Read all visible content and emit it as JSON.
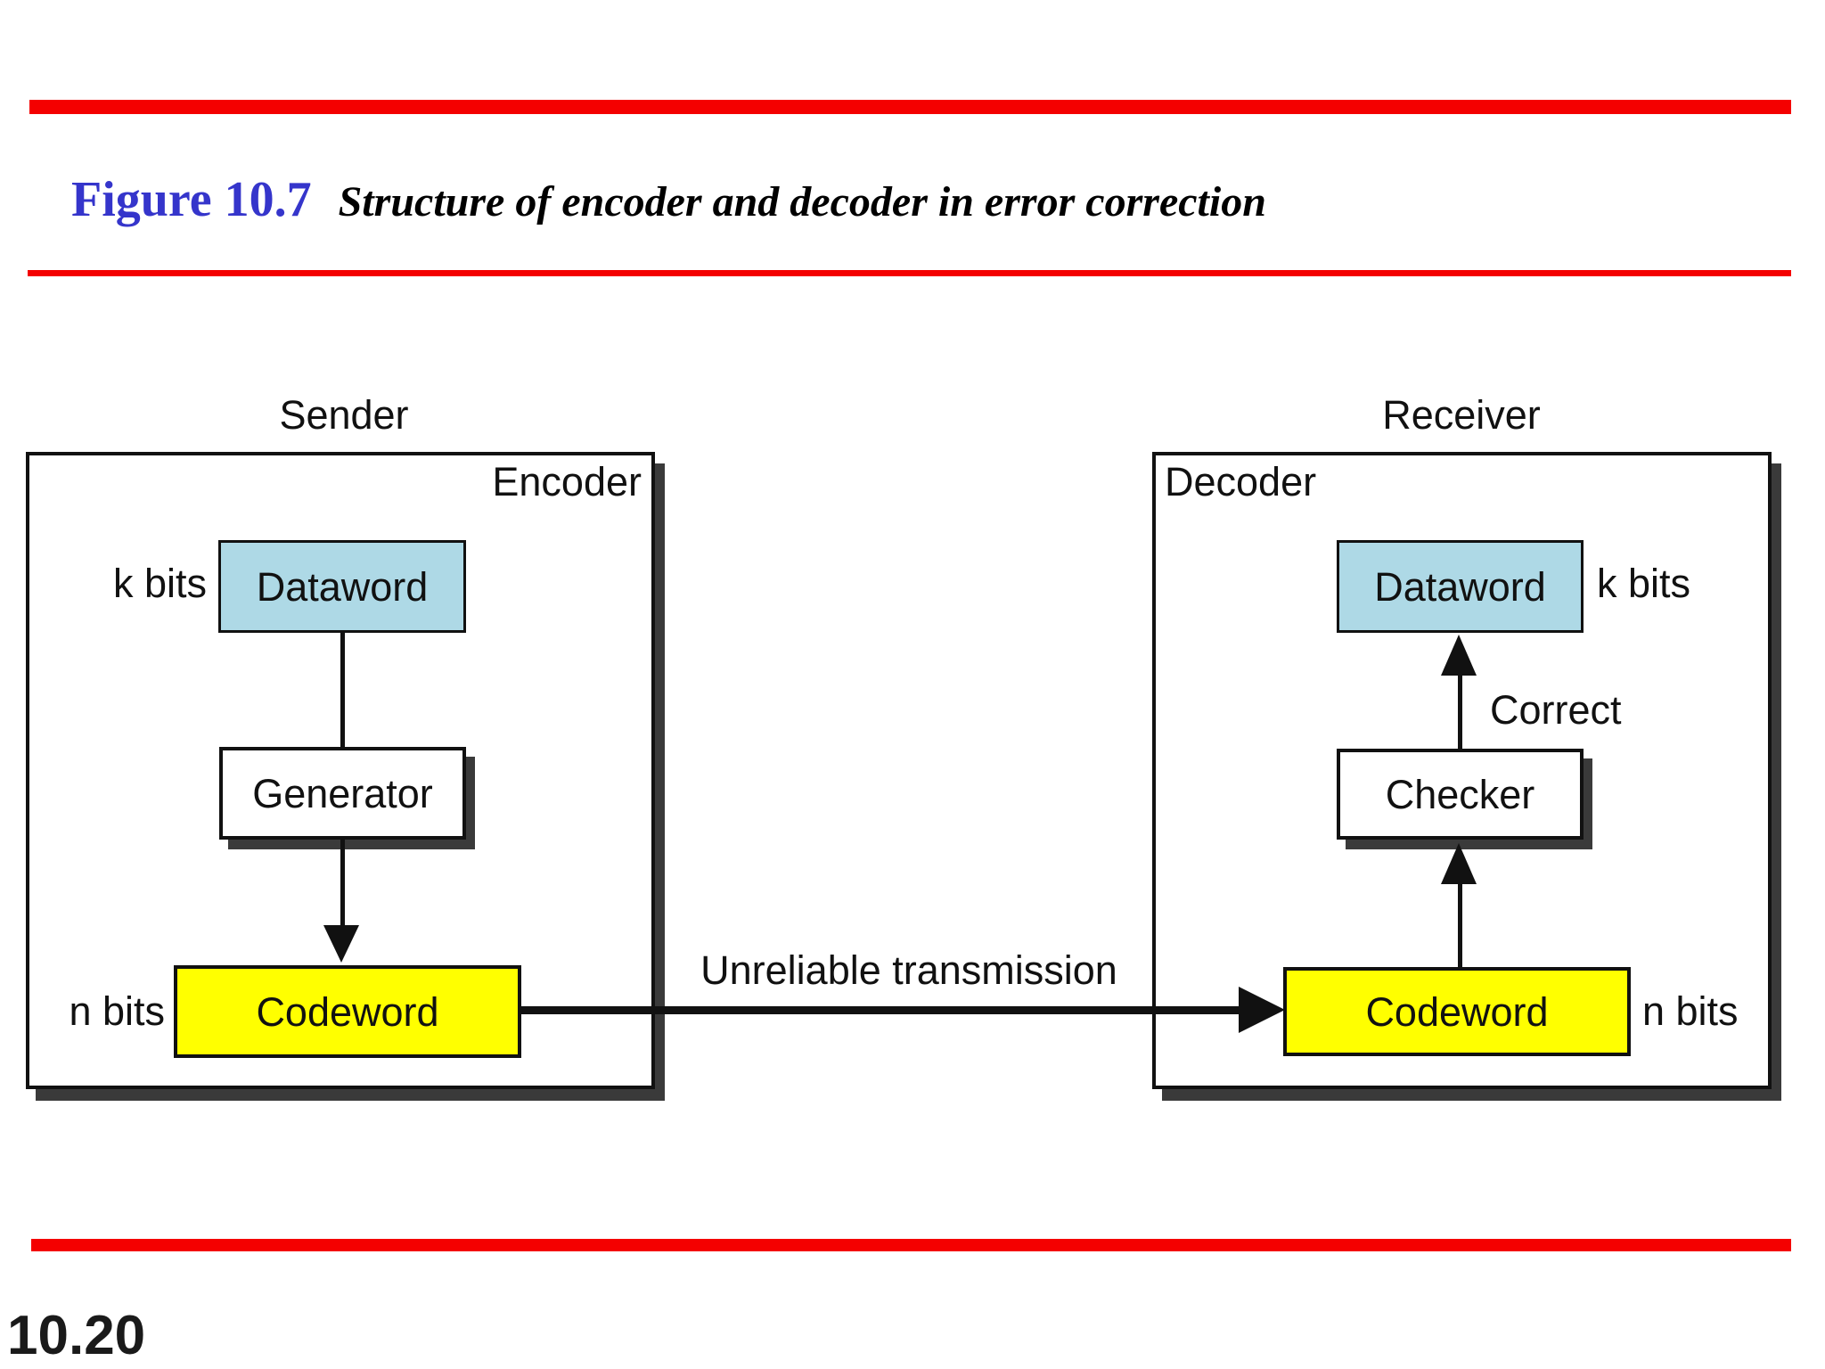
{
  "slide": {
    "figure_label": "Figure 10.7",
    "figure_title": "Structure of encoder and decoder in error correction",
    "page_number": "10.20"
  },
  "colors": {
    "accent_red": "#f40000",
    "figure_label_blue": "#3535cb",
    "dataword_fill": "#aed9e6",
    "codeword_fill": "#ffff00",
    "box_shadow_color": "#3a3a3a",
    "ink": "#111111"
  },
  "diagram": {
    "sender": {
      "title": "Sender",
      "unit_label": "Encoder",
      "dataword_label": "Dataword",
      "dataword_size": "k bits",
      "generator_label": "Generator",
      "codeword_label": "Codeword",
      "codeword_size": "n bits"
    },
    "receiver": {
      "title": "Receiver",
      "unit_label": "Decoder",
      "dataword_label": "Dataword",
      "dataword_size": "k bits",
      "checker_label": "Checker",
      "correct_label": "Correct",
      "codeword_label": "Codeword",
      "codeword_size": "n bits"
    },
    "channel_label": "Unreliable transmission"
  }
}
